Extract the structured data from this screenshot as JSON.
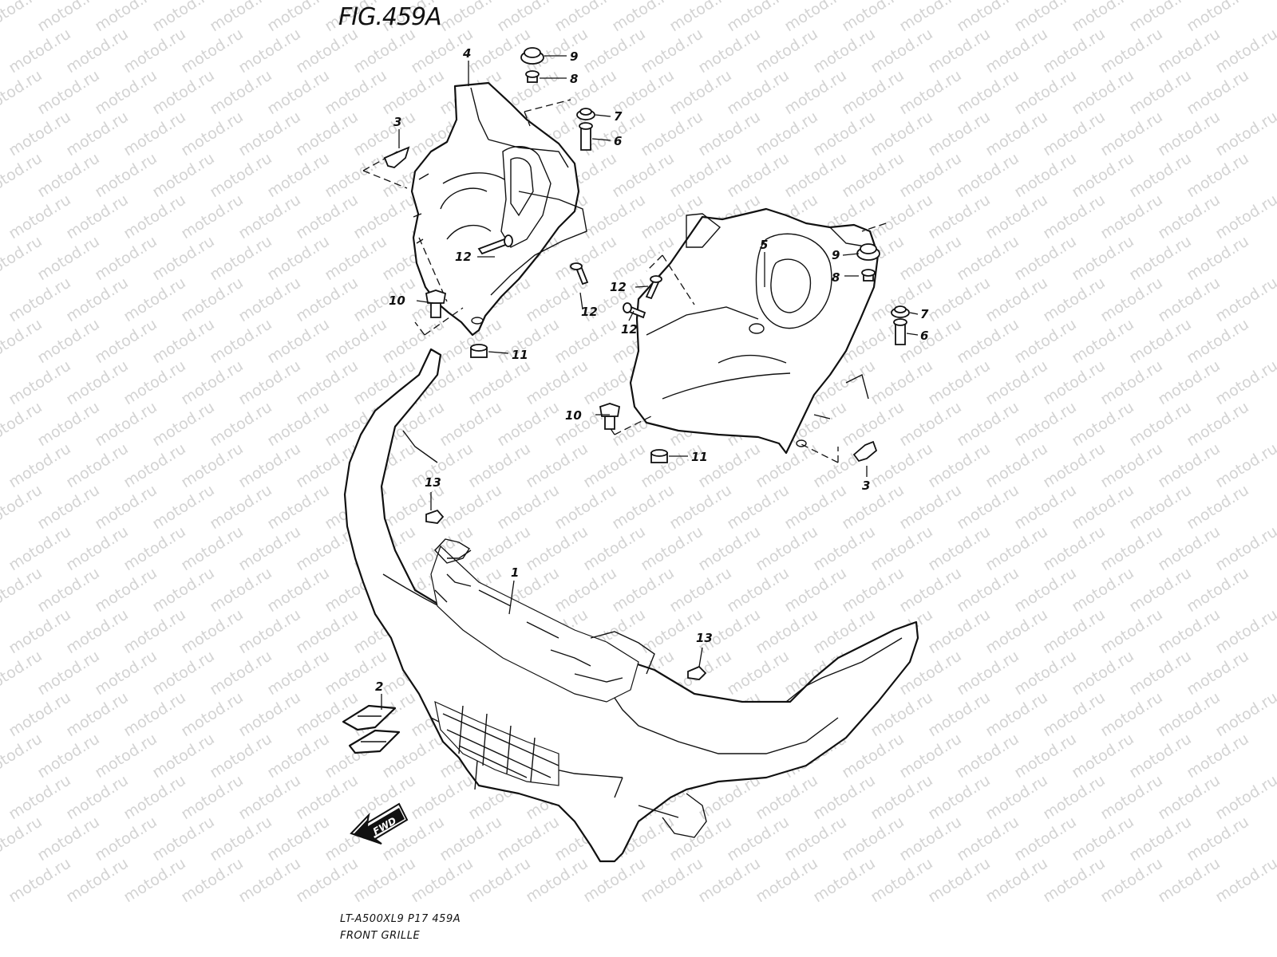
{
  "figure": {
    "title": "FIG.459A",
    "model_code": "LT-A500XL9  P17  459A",
    "caption": "FRONT GRILLE",
    "watermark": "motod.ru",
    "fwd_label": "FWD"
  },
  "callouts": {
    "left_bracket": [
      "4",
      "3",
      "9",
      "8",
      "7",
      "6",
      "12",
      "12",
      "10",
      "11"
    ],
    "right_bracket": [
      "5",
      "9",
      "8",
      "7",
      "6",
      "12",
      "12",
      "10",
      "11",
      "3"
    ],
    "grille": [
      "13",
      "1",
      "13",
      "2"
    ]
  },
  "colors": {
    "line": "#111111",
    "watermark": "#d3d3d3",
    "background": "#ffffff"
  }
}
